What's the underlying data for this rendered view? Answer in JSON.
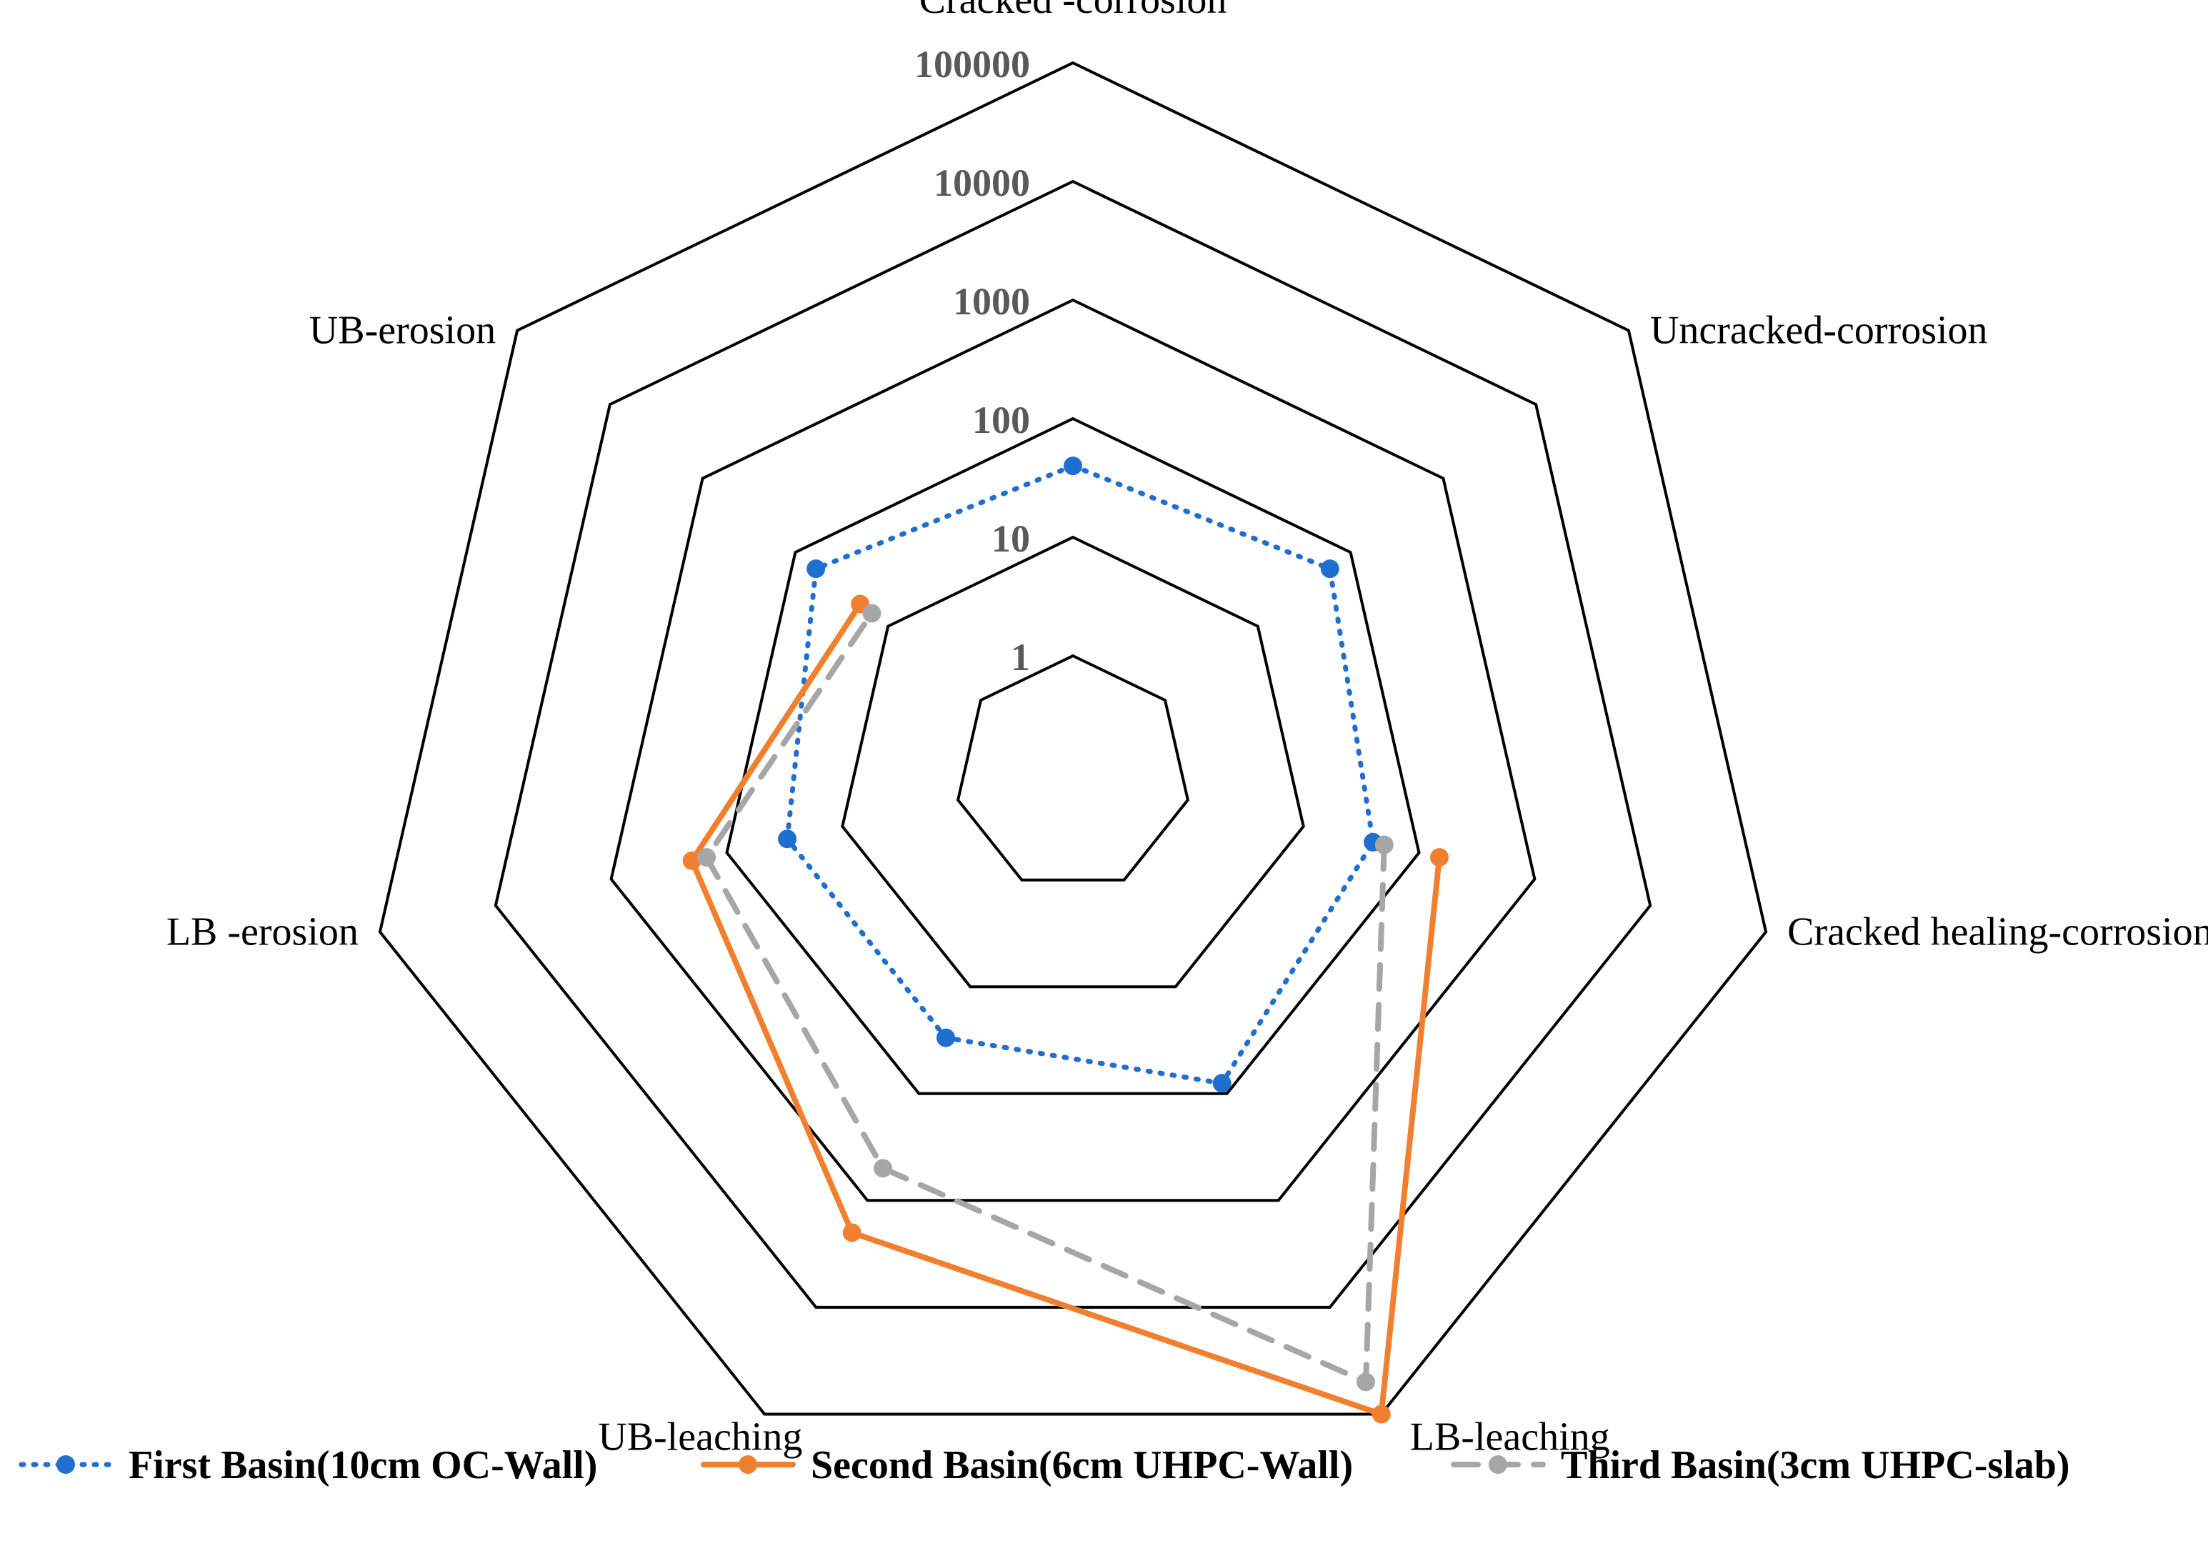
{
  "chart_data": {
    "type": "radar",
    "scale": "log10",
    "categories": [
      "Cracked -corrosion",
      "Uncracked-corrosion",
      "Cracked healing-corrosion",
      "LB-leaching",
      "UB-leaching",
      "LB -erosion",
      "UB-erosion"
    ],
    "tick_labels": [
      "1",
      "10",
      "100",
      "1000",
      "10000",
      "100000"
    ],
    "rlim": [
      1,
      100000
    ],
    "grid": true,
    "legend_position": "bottom",
    "series": [
      {
        "name": "First Basin(10cm OC-Wall)",
        "color": "#1f6fd1",
        "line_style": "dotted",
        "values": [
          40,
          60,
          40,
          80,
          30,
          30,
          60
        ]
      },
      {
        "name": "Second Basin(6cm UHPC-Wall)",
        "color": "#f08030",
        "line_style": "solid",
        "values": [
          null,
          null,
          150,
          100000,
          2000,
          200,
          20
        ]
      },
      {
        "name": "Third Basin(3cm UHPC-slab)",
        "color": "#a6a6a6",
        "line_style": "dashed",
        "values": [
          null,
          null,
          50,
          50000,
          500,
          150,
          15
        ]
      }
    ]
  }
}
